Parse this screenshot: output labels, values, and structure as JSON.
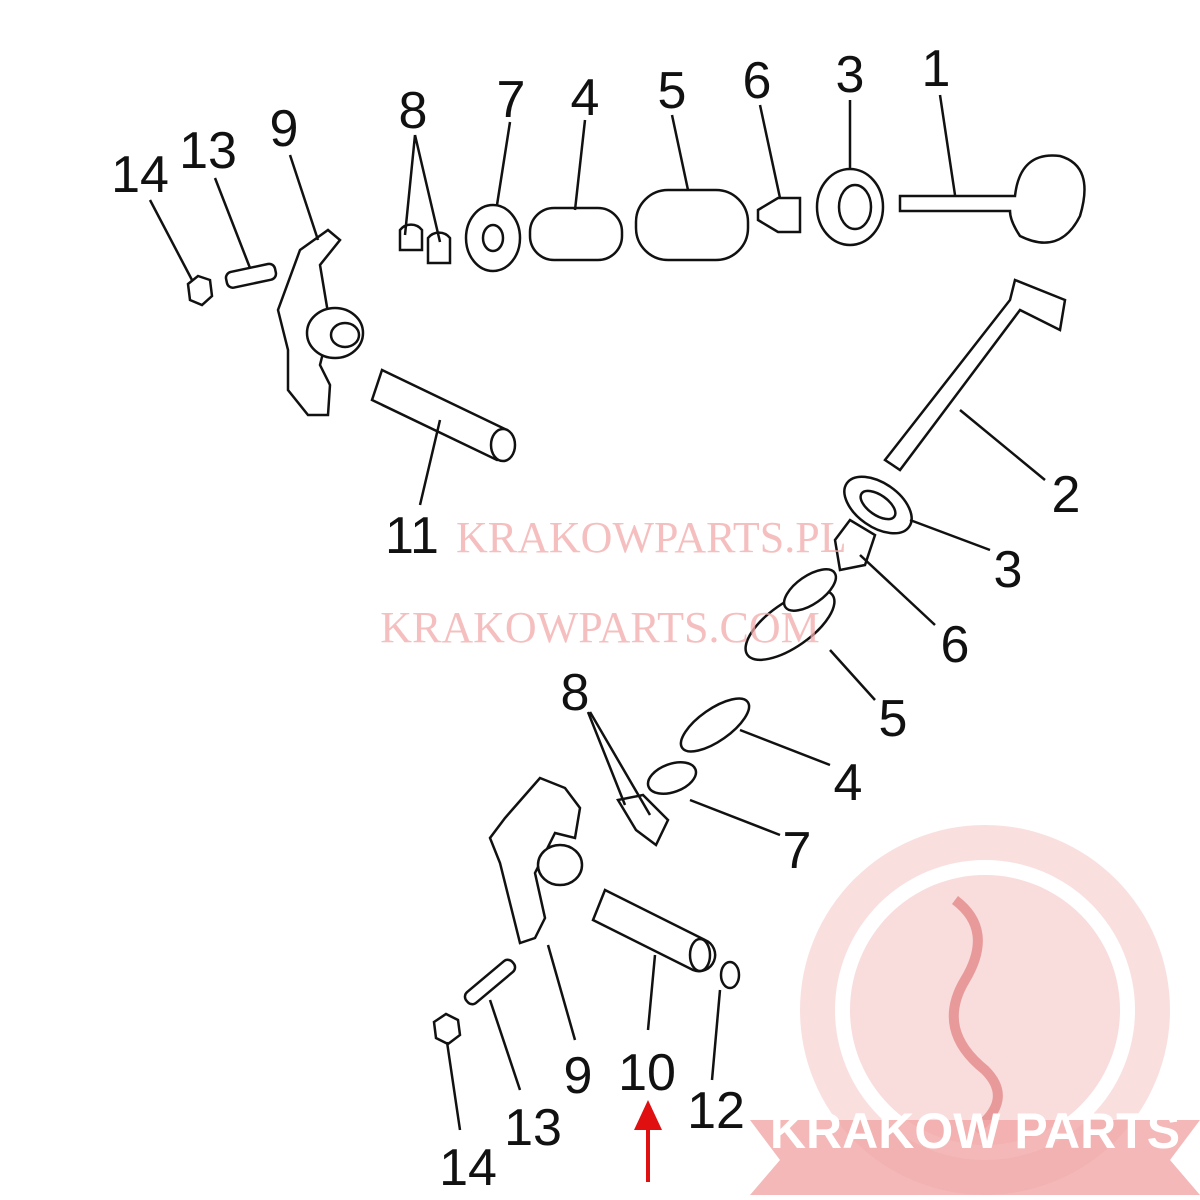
{
  "diagram": {
    "title": "Valve train exploded view",
    "callouts_upper": [
      "14",
      "13",
      "9",
      "8",
      "7",
      "4",
      "5",
      "6",
      "3",
      "1",
      "11"
    ],
    "callouts_right": [
      "2",
      "3",
      "6",
      "5",
      "4",
      "7",
      "8"
    ],
    "callouts_lower": [
      "9",
      "10",
      "12",
      "13",
      "14"
    ],
    "highlighted_part": "10"
  },
  "watermarks": {
    "line1": "KRAKOWPARTS.PL",
    "line2": "KRAKOWPARTS.COM"
  },
  "logo": {
    "text": "KRAKOW PARTS"
  },
  "colors": {
    "line": "#111111",
    "watermark": "#f2a9a9",
    "logo": "#f5c4c4",
    "arrow": "#e01010"
  }
}
